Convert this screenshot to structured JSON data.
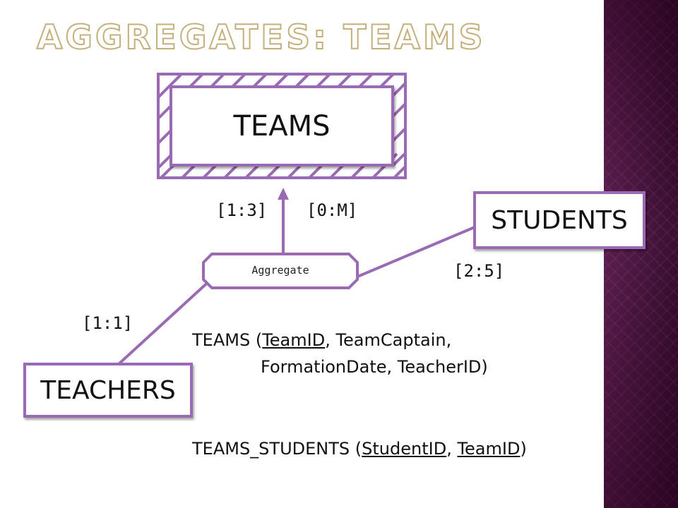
{
  "title": "Aggregates: Teams",
  "entities": {
    "teams": "TEAMS",
    "students": "STUDENTS",
    "teachers": "TEACHERS"
  },
  "aggregate_label": "Aggregate",
  "cardinalities": {
    "teams_left": "[1:3]",
    "teams_right": "[0:M]",
    "students": "[2:5]",
    "teachers": "[1:1]"
  },
  "schemas": [
    {
      "table": "TEAMS",
      "open": " (",
      "key": "TeamID",
      "rest_line1": ", TeamCaptain,",
      "rest_line2": "FormationDate, TeacherID)"
    },
    {
      "table": "TEAMS_STUDENTS",
      "open": " (",
      "key1": "StudentID",
      "sep": ", ",
      "key2": "TeamID",
      "close": ")"
    }
  ],
  "colors": {
    "border": "#9a6bb4",
    "title_outline": "#c5b07c",
    "sidebar": "#3c1033"
  }
}
